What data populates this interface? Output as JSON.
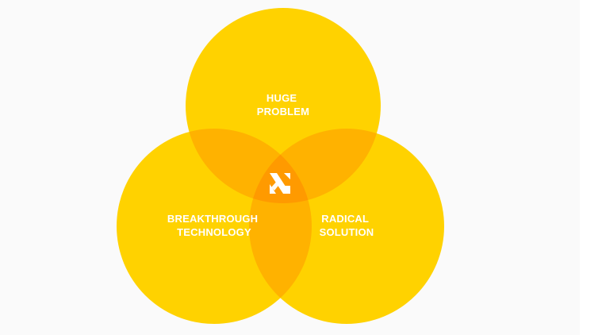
{
  "diagram": {
    "type": "venn",
    "circles": [
      {
        "id": "top",
        "label_lines": [
          "HUGE",
          "PROBLEM"
        ]
      },
      {
        "id": "left",
        "label_lines": [
          "BREAKTHROUGH",
          "TECHNOLOGY"
        ]
      },
      {
        "id": "right",
        "label_lines": [
          "RADICAL",
          "SOLUTION"
        ]
      }
    ],
    "center_icon": "x-monogram-icon"
  },
  "colors": {
    "circle_fill": "#FFD200",
    "overlap_two": "#FFB200",
    "overlap_three": "#FF9A00",
    "label_text": "#FFFFFF",
    "background": "#FAFAFA"
  }
}
